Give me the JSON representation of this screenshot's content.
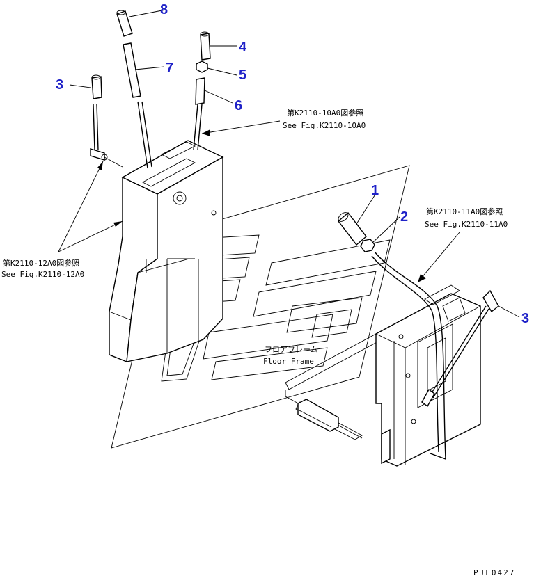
{
  "callouts": {
    "c1": "1",
    "c2": "2",
    "c3_left": "3",
    "c3_right": "3",
    "c4": "4",
    "c5": "5",
    "c6": "6",
    "c7": "7",
    "c8": "8"
  },
  "references": {
    "ref_10a0_jp": "第K2110-10A0図参照",
    "ref_10a0_en": "See Fig.K2110-10A0",
    "ref_11a0_jp": "第K2110-11A0図参照",
    "ref_11a0_en": "See Fig.K2110-11A0",
    "ref_12a0_jp": "第K2110-12A0図参照",
    "ref_12a0_en": "See Fig.K2110-12A0"
  },
  "labels": {
    "floor_frame_jp": "フロアフレーム",
    "floor_frame_en": "Floor Frame"
  },
  "drawing_code": "PJL0427",
  "colors": {
    "callout": "#1f22c8",
    "line": "#000000"
  }
}
